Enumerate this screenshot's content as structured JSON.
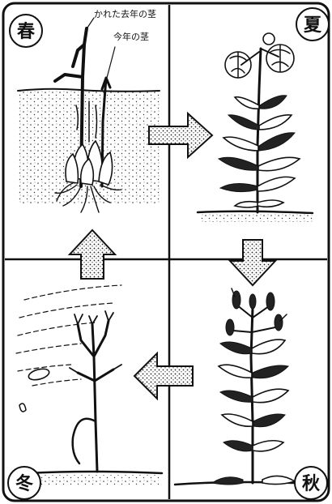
{
  "seasons": {
    "spring": "春",
    "summer": "夏",
    "autumn": "秋",
    "winter": "冬"
  },
  "annotations": {
    "withered_stem": "かれた去年の茎",
    "new_stem": "今年の茎"
  },
  "cycle_order": [
    "spring",
    "summer",
    "autumn",
    "winter"
  ],
  "colors": {
    "ink": "#111111",
    "paper": "#ffffff"
  }
}
